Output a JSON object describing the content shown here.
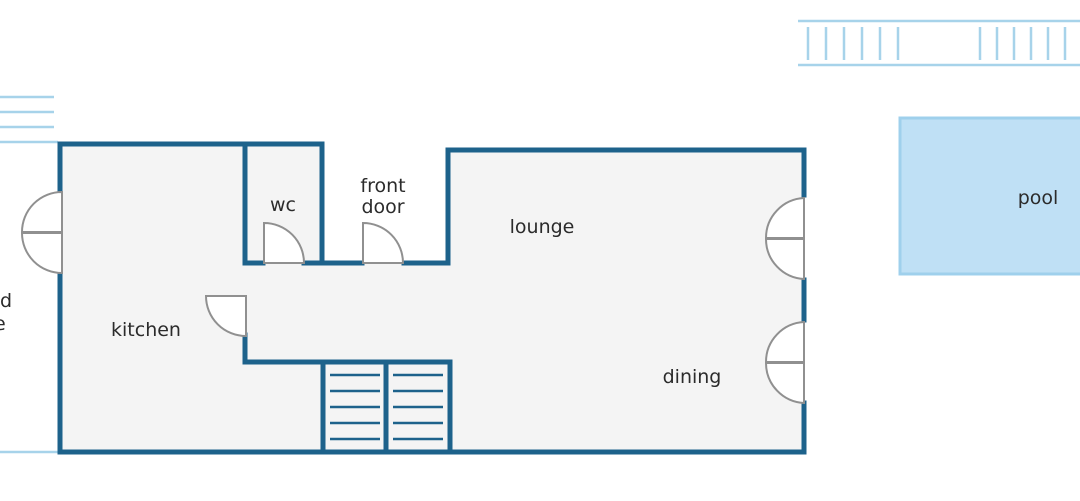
{
  "colors": {
    "wall": "#1d628b",
    "floor": "#f4f4f4",
    "pool_fill": "#bfe0f5",
    "pool_border": "#9fd0ec",
    "outdoor_lines": "#a7d3ea",
    "door_lines": "#909090",
    "label_text": "#2b2b2b",
    "background": "#ffffff"
  },
  "rooms": {
    "kitchen": "kitchen",
    "wc": "wc",
    "front_door_line1": "front",
    "front_door_line2": "door",
    "lounge": "lounge",
    "dining": "dining",
    "pool": "pool",
    "left_partial_line1": "d",
    "left_partial_line2": "e"
  }
}
